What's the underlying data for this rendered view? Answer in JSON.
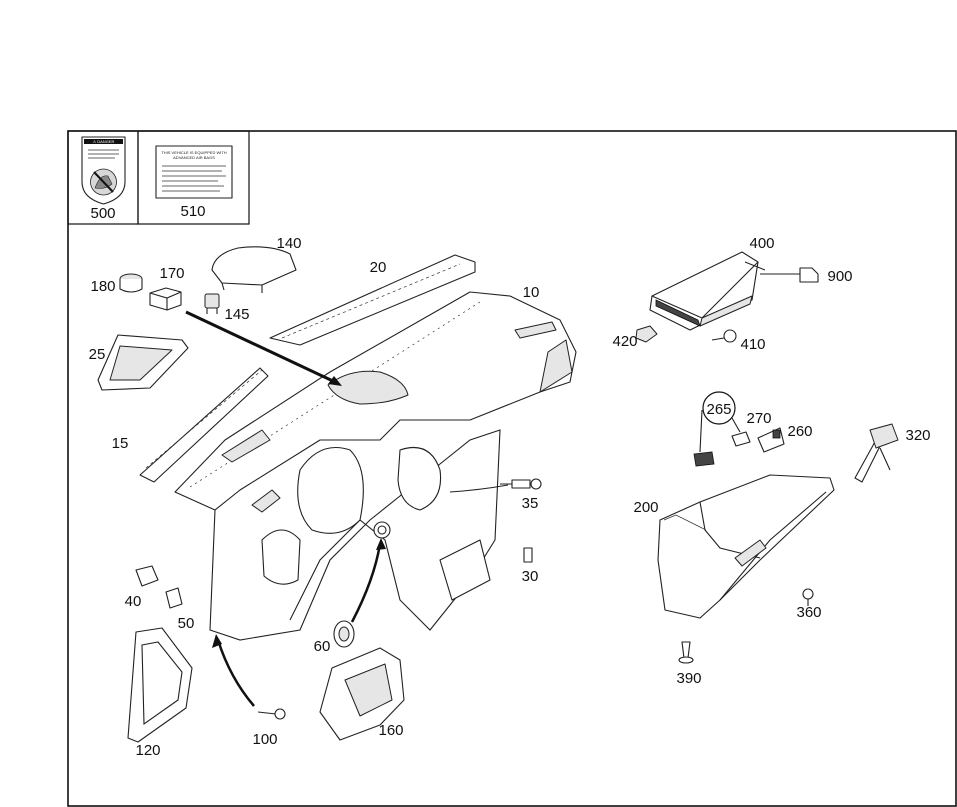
{
  "callouts": [
    {
      "id": "c500",
      "label": "500"
    },
    {
      "id": "c510",
      "label": "510"
    },
    {
      "id": "c140",
      "label": "140"
    },
    {
      "id": "c20",
      "label": "20"
    },
    {
      "id": "c10",
      "label": "10"
    },
    {
      "id": "c180",
      "label": "180"
    },
    {
      "id": "c170",
      "label": "170"
    },
    {
      "id": "c145",
      "label": "145"
    },
    {
      "id": "c25",
      "label": "25"
    },
    {
      "id": "c15",
      "label": "15"
    },
    {
      "id": "c400",
      "label": "400"
    },
    {
      "id": "c900",
      "label": "900"
    },
    {
      "id": "c420",
      "label": "420"
    },
    {
      "id": "c410",
      "label": "410"
    },
    {
      "id": "c265",
      "label": "265"
    },
    {
      "id": "c270",
      "label": "270"
    },
    {
      "id": "c260",
      "label": "260"
    },
    {
      "id": "c320",
      "label": "320"
    },
    {
      "id": "c200",
      "label": "200"
    },
    {
      "id": "c35",
      "label": "35"
    },
    {
      "id": "c30",
      "label": "30"
    },
    {
      "id": "c40",
      "label": "40"
    },
    {
      "id": "c50",
      "label": "50"
    },
    {
      "id": "c60",
      "label": "60"
    },
    {
      "id": "c360",
      "label": "360"
    },
    {
      "id": "c390",
      "label": "390"
    },
    {
      "id": "c100",
      "label": "100"
    },
    {
      "id": "c160",
      "label": "160"
    },
    {
      "id": "c120",
      "label": "120"
    }
  ],
  "label_510": {
    "heading_1": "THIS VEHICLE IS EQUIPPED WITH",
    "heading_2": "ADVANCED AIR BAGS"
  },
  "label_500": {
    "heading": "⚠ DANGER"
  }
}
